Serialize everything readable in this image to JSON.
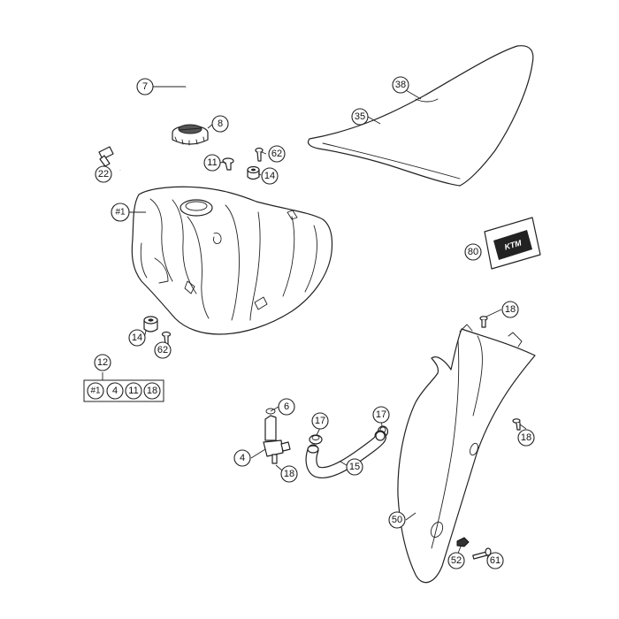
{
  "callouts": {
    "c7": "7",
    "c8": "8",
    "c22": "22",
    "c11": "11",
    "c62a": "62",
    "c14a": "14",
    "c1": "#1",
    "c14b": "14",
    "c62b": "62",
    "c12": "12",
    "c38": "38",
    "c35": "35",
    "c80": "80",
    "c18a": "18",
    "c18b": "18",
    "c6": "6",
    "c4": "4",
    "c18c": "18",
    "c17a": "17",
    "c17b": "17",
    "c15": "15",
    "c50": "50",
    "c52": "52",
    "c61": "61"
  },
  "kit": {
    "items": [
      "#1",
      "4",
      "11",
      "18"
    ]
  },
  "logo_text": "KTM"
}
